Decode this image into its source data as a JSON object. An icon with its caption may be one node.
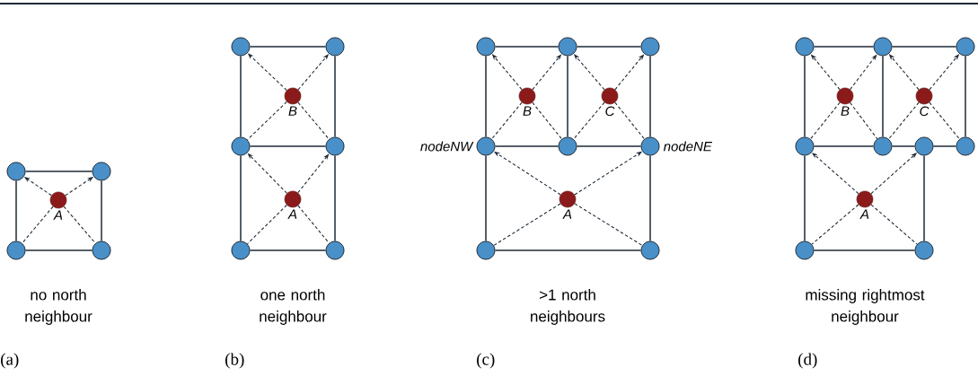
{
  "diagram": {
    "nodes": [
      {
        "text": [],
        "shape": "circle"
      },
      {
        "text": [],
        "shape": "circle"
      },
      {
        "text": [],
        "shape": "circle",
        "beside": [
          "A"
        ]
      },
      {
        "text": [],
        "shape": "circle"
      },
      {
        "text": [],
        "shape": "circle"
      },
      {
        "text": [],
        "shape": "circle"
      },
      {
        "text": [],
        "shape": "circle"
      },
      {
        "text": [],
        "shape": "circle",
        "beside": [
          "B"
        ]
      },
      {
        "text": [],
        "shape": "circle"
      },
      {
        "text": [],
        "shape": "circle"
      },
      {
        "text": [],
        "shape": "circle",
        "beside": [
          "A"
        ]
      },
      {
        "text": [],
        "shape": "circle"
      },
      {
        "text": [],
        "shape": "circle"
      },
      {
        "text": [],
        "shape": "circle"
      },
      {
        "text": [],
        "shape": "circle"
      },
      {
        "text": [],
        "shape": "circle"
      },
      {
        "text": [],
        "shape": "circle",
        "beside": [
          "B"
        ]
      },
      {
        "text": [],
        "shape": "circle",
        "beside": [
          "C"
        ]
      },
      {
        "text": [],
        "shape": "circle",
        "beside": [
          "nodeNW"
        ]
      },
      {
        "text": [],
        "shape": "circle"
      },
      {
        "text": [],
        "shape": "circle",
        "beside": [
          "nodeNE"
        ]
      },
      {
        "text": [],
        "shape": "circle",
        "beside": [
          "A"
        ]
      },
      {
        "text": [],
        "shape": "circle"
      },
      {
        "text": [],
        "shape": "circle"
      },
      {
        "text": [],
        "shape": "circle"
      },
      {
        "text": [],
        "shape": "circle"
      },
      {
        "text": [],
        "shape": "circle"
      },
      {
        "text": [],
        "shape": "circle",
        "beside": [
          "B"
        ]
      },
      {
        "text": [],
        "shape": "circle",
        "beside": [
          "C"
        ]
      },
      {
        "text": [],
        "shape": "circle"
      },
      {
        "text": [],
        "shape": "circle"
      },
      {
        "text": [],
        "shape": "circle"
      },
      {
        "text": [],
        "shape": "circle"
      },
      {
        "text": [],
        "shape": "circle",
        "beside": [
          "A"
        ]
      },
      {
        "text": [],
        "shape": "circle"
      },
      {
        "text": [],
        "shape": "circle"
      }
    ],
    "edges": [
      {
        "from": 0,
        "to": 1,
        "arrow": "none"
      },
      {
        "from": 0,
        "to": 3,
        "arrow": "none"
      },
      {
        "from": 1,
        "to": 4,
        "arrow": "none"
      },
      {
        "from": 3,
        "to": 4,
        "arrow": "none"
      },
      {
        "from": 2,
        "to": 0,
        "arrow": "to",
        "style": "dashed"
      },
      {
        "from": 2,
        "to": 1,
        "arrow": "to",
        "style": "dashed"
      },
      {
        "from": 2,
        "to": 3,
        "arrow": "none",
        "style": "dashed"
      },
      {
        "from": 2,
        "to": 4,
        "arrow": "none",
        "style": "dashed"
      },
      {
        "from": 5,
        "to": 6,
        "arrow": "none"
      },
      {
        "from": 5,
        "to": 8,
        "arrow": "none"
      },
      {
        "from": 6,
        "to": 9,
        "arrow": "none"
      },
      {
        "from": 8,
        "to": 9,
        "arrow": "none"
      },
      {
        "from": 8,
        "to": 11,
        "arrow": "none"
      },
      {
        "from": 9,
        "to": 12,
        "arrow": "none"
      },
      {
        "from": 11,
        "to": 12,
        "arrow": "none"
      },
      {
        "from": 7,
        "to": 5,
        "arrow": "to",
        "style": "dashed"
      },
      {
        "from": 7,
        "to": 6,
        "arrow": "to",
        "style": "dashed"
      },
      {
        "from": 7,
        "to": 8,
        "arrow": "none",
        "style": "dashed"
      },
      {
        "from": 7,
        "to": 9,
        "arrow": "none",
        "style": "dashed"
      },
      {
        "from": 10,
        "to": 8,
        "arrow": "to",
        "style": "dashed"
      },
      {
        "from": 10,
        "to": 9,
        "arrow": "to",
        "style": "dashed"
      },
      {
        "from": 10,
        "to": 11,
        "arrow": "none",
        "style": "dashed"
      },
      {
        "from": 10,
        "to": 12,
        "arrow": "none",
        "style": "dashed"
      },
      {
        "from": 13,
        "to": 14,
        "arrow": "none"
      },
      {
        "from": 14,
        "to": 15,
        "arrow": "none"
      },
      {
        "from": 13,
        "to": 18,
        "arrow": "none"
      },
      {
        "from": 14,
        "to": 19,
        "arrow": "none"
      },
      {
        "from": 15,
        "to": 20,
        "arrow": "none"
      },
      {
        "from": 18,
        "to": 19,
        "arrow": "none"
      },
      {
        "from": 19,
        "to": 20,
        "arrow": "none"
      },
      {
        "from": 18,
        "to": 22,
        "arrow": "none"
      },
      {
        "from": 20,
        "to": 23,
        "arrow": "none"
      },
      {
        "from": 22,
        "to": 23,
        "arrow": "none"
      },
      {
        "from": 16,
        "to": 13,
        "arrow": "to",
        "style": "dashed"
      },
      {
        "from": 16,
        "to": 14,
        "arrow": "to",
        "style": "dashed"
      },
      {
        "from": 16,
        "to": 18,
        "arrow": "none",
        "style": "dashed"
      },
      {
        "from": 16,
        "to": 19,
        "arrow": "none",
        "style": "dashed"
      },
      {
        "from": 17,
        "to": 14,
        "arrow": "to",
        "style": "dashed"
      },
      {
        "from": 17,
        "to": 15,
        "arrow": "to",
        "style": "dashed"
      },
      {
        "from": 17,
        "to": 19,
        "arrow": "none",
        "style": "dashed"
      },
      {
        "from": 17,
        "to": 20,
        "arrow": "none",
        "style": "dashed"
      },
      {
        "from": 21,
        "to": 18,
        "arrow": "to",
        "style": "dashed"
      },
      {
        "from": 21,
        "to": 20,
        "arrow": "to",
        "style": "dashed"
      },
      {
        "from": 21,
        "to": 22,
        "arrow": "none",
        "style": "dashed"
      },
      {
        "from": 21,
        "to": 23,
        "arrow": "none",
        "style": "dashed"
      },
      {
        "from": 24,
        "to": 25,
        "arrow": "none"
      },
      {
        "from": 25,
        "to": 26,
        "arrow": "none"
      },
      {
        "from": 24,
        "to": 29,
        "arrow": "none"
      },
      {
        "from": 25,
        "to": 30,
        "arrow": "none"
      },
      {
        "from": 26,
        "to": 32,
        "arrow": "none"
      },
      {
        "from": 29,
        "to": 30,
        "arrow": "none"
      },
      {
        "from": 30,
        "to": 31,
        "arrow": "none"
      },
      {
        "from": 31,
        "to": 32,
        "arrow": "none"
      },
      {
        "from": 29,
        "to": 34,
        "arrow": "none"
      },
      {
        "from": 31,
        "to": 35,
        "arrow": "none"
      },
      {
        "from": 34,
        "to": 35,
        "arrow": "none"
      },
      {
        "from": 27,
        "to": 24,
        "arrow": "to",
        "style": "dashed"
      },
      {
        "from": 27,
        "to": 25,
        "arrow": "to",
        "style": "dashed"
      },
      {
        "from": 27,
        "to": 29,
        "arrow": "none",
        "style": "dashed"
      },
      {
        "from": 27,
        "to": 30,
        "arrow": "none",
        "style": "dashed"
      },
      {
        "from": 28,
        "to": 25,
        "arrow": "to",
        "style": "dashed"
      },
      {
        "from": 28,
        "to": 26,
        "arrow": "to",
        "style": "dashed"
      },
      {
        "from": 28,
        "to": 30,
        "arrow": "none",
        "style": "dashed"
      },
      {
        "from": 28,
        "to": 32,
        "arrow": "none",
        "style": "dashed"
      },
      {
        "from": 33,
        "to": 29,
        "arrow": "to",
        "style": "dashed"
      },
      {
        "from": 33,
        "to": 31,
        "arrow": "to",
        "style": "dashed"
      },
      {
        "from": 33,
        "to": 34,
        "arrow": "none",
        "style": "dashed"
      },
      {
        "from": 33,
        "to": 35,
        "arrow": "none",
        "style": "dashed"
      }
    ],
    "labels": [
      "no north neighbour",
      "one north neighbour",
      ">1 north neighbours",
      "missing rightmost neighbour",
      "(a)",
      "(b)",
      "(c)",
      "(d)"
    ]
  }
}
